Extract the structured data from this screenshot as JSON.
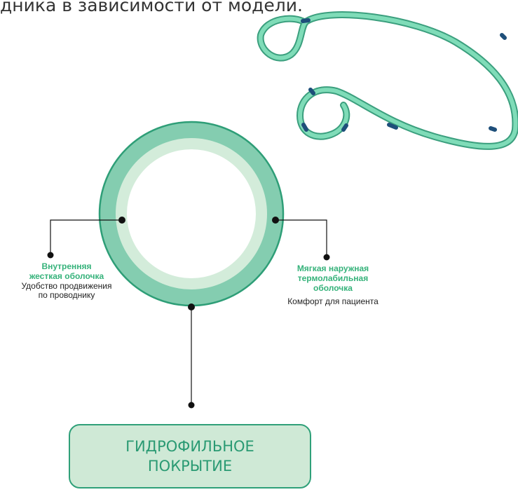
{
  "top_text": "дника в зависимости от модели.",
  "labels": {
    "inner": {
      "title_line1": "Внутренняя",
      "title_line2": "жесткая оболочка",
      "desc_line1": "Удобство продвижения",
      "desc_line2": "по проводнику"
    },
    "outer": {
      "title_line1": "Мягкая наружная",
      "title_line2": "термолабильная",
      "title_line3": "оболочка",
      "desc_line1": "Комфорт для пациента"
    }
  },
  "coating": {
    "line1": "ГИДРОФИЛЬНОЕ",
    "line2": "ПОКРЫТИЕ"
  },
  "colors": {
    "outer_ring": "#84cdb0",
    "inner_ring": "#d3ecda",
    "ring_border": "#2e9e77",
    "catheter": "#5cc9a2",
    "catheter_mark": "#1e4f7a",
    "label_title": "#35b27a",
    "box_fill": "#cfe9d6",
    "box_border": "#2fa079"
  },
  "icons": [
    "catheter-illustration",
    "tube-cross-section"
  ]
}
